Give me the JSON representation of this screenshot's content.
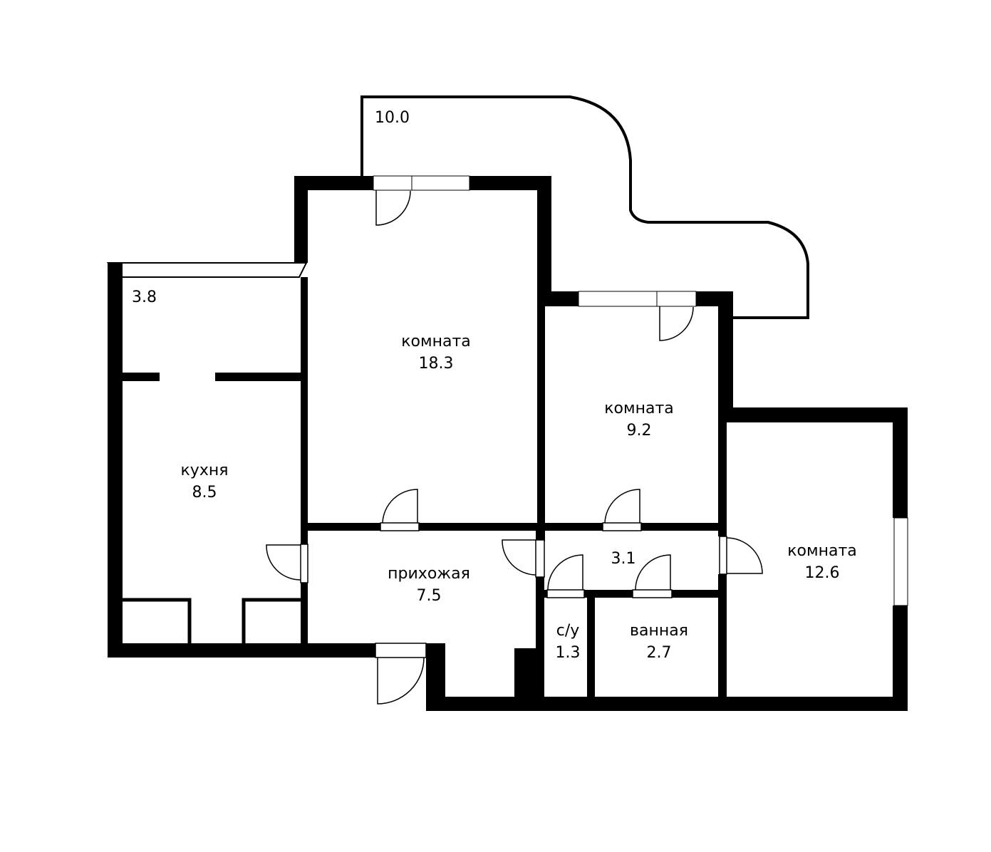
{
  "plan": {
    "wall_color": "#000000",
    "background": "#ffffff"
  },
  "rooms": [
    {
      "id": "balcony-large",
      "name": "",
      "area": "10.0"
    },
    {
      "id": "balcony-small",
      "name": "",
      "area": "3.8"
    },
    {
      "id": "living-room",
      "name": "комната",
      "area": "18.3"
    },
    {
      "id": "room-middle",
      "name": "комната",
      "area": "9.2"
    },
    {
      "id": "room-right",
      "name": "комната",
      "area": "12.6"
    },
    {
      "id": "kitchen",
      "name": "кухня",
      "area": "8.5"
    },
    {
      "id": "hallway",
      "name": "прихожая",
      "area": "7.5"
    },
    {
      "id": "corridor",
      "name": "",
      "area": "3.1"
    },
    {
      "id": "toilet",
      "name": "с/у",
      "area": "1.3"
    },
    {
      "id": "bathroom",
      "name": "ванная",
      "area": "2.7"
    }
  ]
}
